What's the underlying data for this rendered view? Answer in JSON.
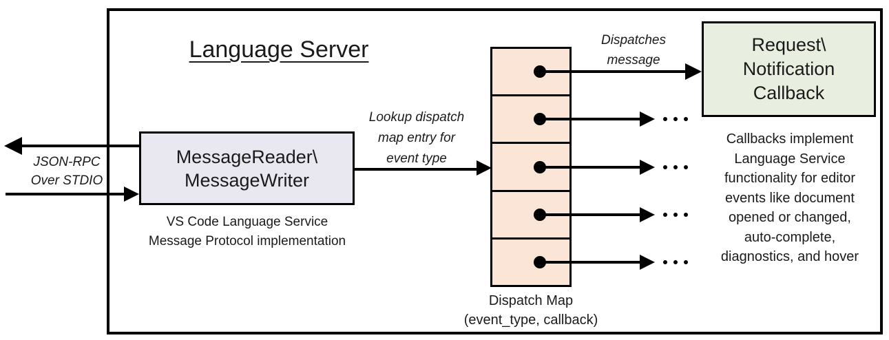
{
  "title": "Language Server",
  "left_channel": {
    "label_lines": [
      "JSON-RPC",
      "Over STDIO"
    ]
  },
  "message_reader": {
    "label_lines": [
      "MessageReader\\",
      "MessageWriter"
    ],
    "caption_lines": [
      "VS Code Language Service",
      "Message Protocol implementation"
    ]
  },
  "lookup_label_lines": [
    "Lookup dispatch",
    "map entry for",
    "event type"
  ],
  "dispatch_map": {
    "caption_lines": [
      "Dispatch Map",
      "(event_type, callback)"
    ],
    "cell_count": 5
  },
  "dispatches_label_lines": [
    "Dispatches",
    "message"
  ],
  "callback_box": {
    "label_lines": [
      "Request\\",
      "Notification",
      "Callback"
    ]
  },
  "callbacks_note_lines": [
    "Callbacks implement",
    "Language Service",
    "functionality for editor",
    "events like document",
    "opened or changed,",
    "auto-complete,",
    "diagnostics, and hover"
  ],
  "colors": {
    "outline": "#000000",
    "reader_box_fill": "#e9e7f0",
    "dispatch_map_fill": "#fbe5d6",
    "callback_box_fill": "#e9efe0",
    "background": "#ffffff"
  },
  "icons": {
    "arrowhead": "filled-triangle",
    "map_entry": "filled-circle",
    "continuation": "ellipsis-dots"
  }
}
